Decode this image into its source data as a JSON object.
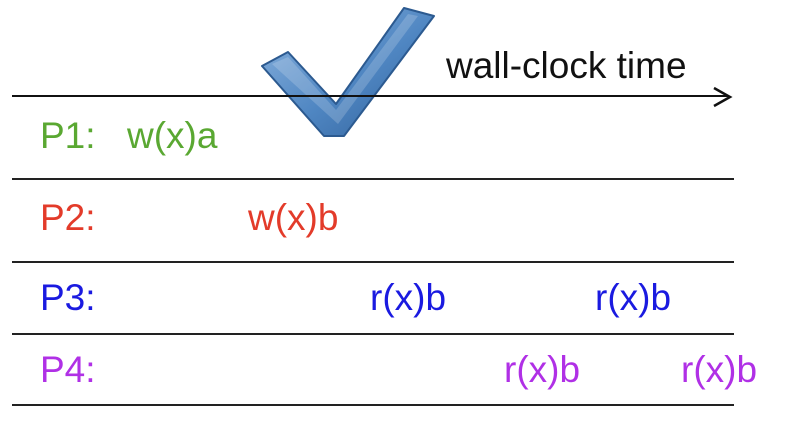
{
  "axis": {
    "label": "wall-clock time"
  },
  "colors": {
    "p1": "#5aa832",
    "p2": "#e33b2a",
    "p3": "#1a1ae0",
    "p4": "#b030e6",
    "check": "#5a8fc9"
  },
  "processes": [
    {
      "label": "P1:",
      "ops": [
        "w(x)a"
      ]
    },
    {
      "label": "P2:",
      "ops": [
        "w(x)b"
      ]
    },
    {
      "label": "P3:",
      "ops": [
        "r(x)b",
        "r(x)b"
      ]
    },
    {
      "label": "P4:",
      "ops": [
        "r(x)b",
        "r(x)b"
      ]
    }
  ]
}
